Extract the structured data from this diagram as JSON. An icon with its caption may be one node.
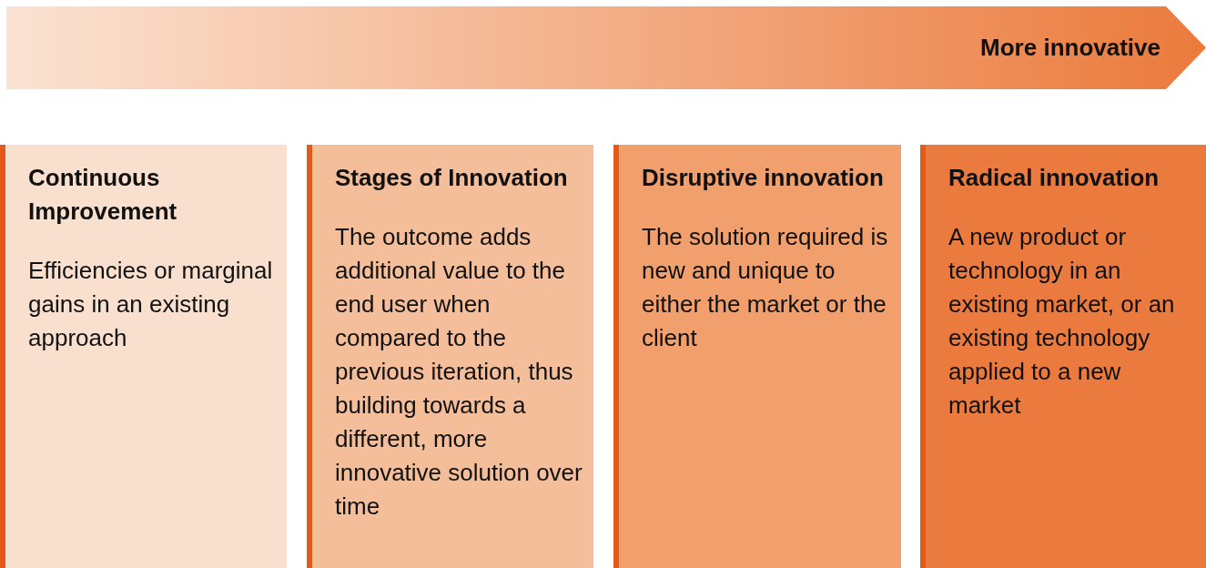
{
  "diagram": {
    "nodes": [
      {
        "text": [
          "More innovative"
        ]
      },
      {
        "text": [
          "Continuous Improvement",
          "Efficiencies or marginal gains in an existing approach"
        ]
      },
      {
        "text": [
          "Stages of Innovation",
          "The outcome adds additional value to the end user when compared to the previous iteration, thus building towards a different, more innovative solution over time"
        ]
      },
      {
        "text": [
          "Disruptive innovation",
          "The solution required is new and unique to either the market or the client"
        ]
      },
      {
        "text": [
          "Radical innovation",
          "A new product or technology in an existing market, or an existing technology applied to a new market"
        ]
      }
    ]
  }
}
